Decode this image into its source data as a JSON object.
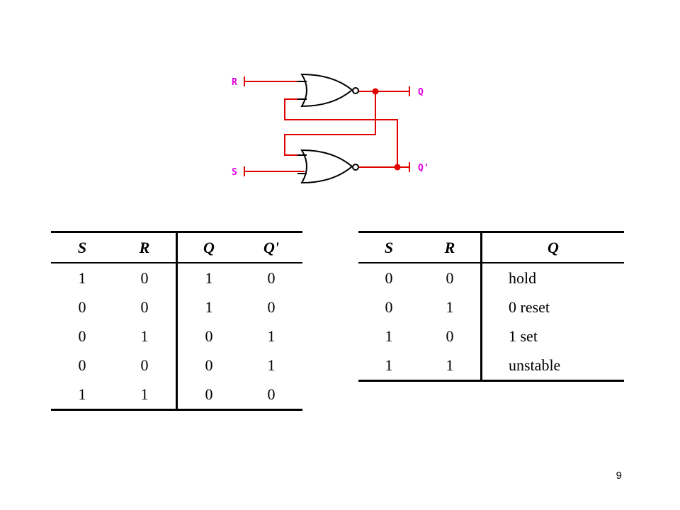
{
  "circuit": {
    "labels": {
      "r": "R",
      "s": "S",
      "q": "Q",
      "q_bar": "Q'"
    },
    "colors": {
      "wire": "#e00000",
      "gate": "#000000",
      "node": "#e00000",
      "label": "#e000e0"
    }
  },
  "table_full": {
    "headers": [
      "S",
      "R",
      "Q",
      "Q'"
    ],
    "rows": [
      [
        "1",
        "0",
        "1",
        "0"
      ],
      [
        "0",
        "0",
        "1",
        "0"
      ],
      [
        "0",
        "1",
        "0",
        "1"
      ],
      [
        "0",
        "0",
        "0",
        "1"
      ],
      [
        "1",
        "1",
        "0",
        "0"
      ]
    ]
  },
  "table_summary": {
    "headers": [
      "S",
      "R",
      "Q"
    ],
    "rows": [
      [
        "0",
        "0",
        "hold"
      ],
      [
        "0",
        "1",
        "0 reset"
      ],
      [
        "1",
        "0",
        "1 set"
      ],
      [
        "1",
        "1",
        "unstable"
      ]
    ]
  },
  "page_number": "9"
}
